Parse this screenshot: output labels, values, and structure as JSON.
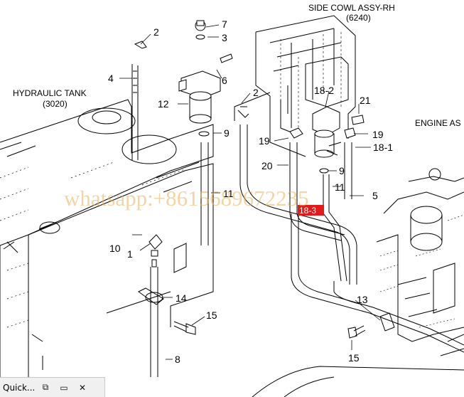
{
  "titles": {
    "side_cowl": "SIDE COWL ASSY-RH",
    "side_cowl_code": "(6240)",
    "hydraulic_tank": "HYDRAULIC TANK",
    "hydraulic_tank_code": "(3020)",
    "engine": "ENGINE AS"
  },
  "callouts": {
    "c1": "1",
    "c2a": "2",
    "c2b": "2",
    "c3": "3",
    "c4": "4",
    "c5": "5",
    "c6": "6",
    "c7": "7",
    "c8": "8",
    "c9a": "9",
    "c9b": "9",
    "c10": "10",
    "c11a": "11",
    "c11b": "11",
    "c12": "12",
    "c13": "13",
    "c14": "14",
    "c15a": "15",
    "c15b": "15",
    "c18_1": "18-1",
    "c18_2": "18-2",
    "c18_3": "18-3",
    "c19a": "19",
    "c19b": "19",
    "c20": "20",
    "c21": "21"
  },
  "highlight_color": "#e11a1a",
  "watermark": "whatsapp:+8615689672235",
  "taskbar": {
    "title": "Quick...",
    "restore_icon": "restore-window-icon",
    "minimize_icon": "minimize-icon",
    "close_icon": "close-icon",
    "restore_glyph": "⧉",
    "minimize_glyph": "▭",
    "close_glyph": "✕"
  }
}
